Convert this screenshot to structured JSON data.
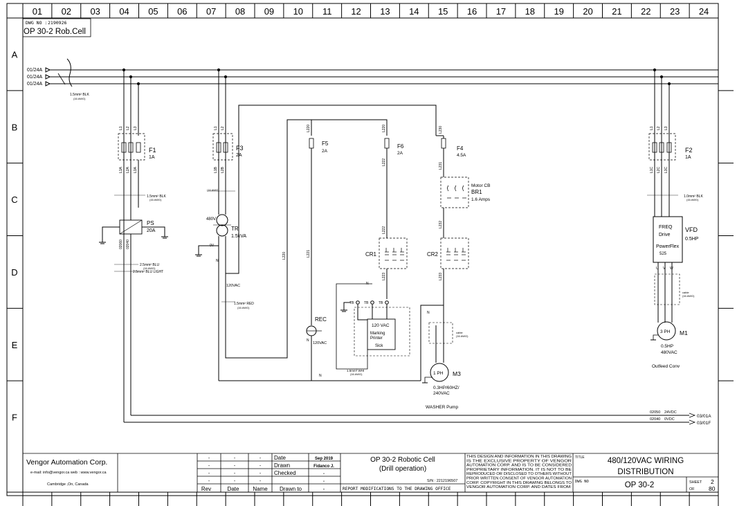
{
  "columns": [
    "01",
    "02",
    "03",
    "04",
    "05",
    "06",
    "07",
    "08",
    "09",
    "10",
    "11",
    "12",
    "13",
    "14",
    "15",
    "16",
    "17",
    "18",
    "19",
    "20",
    "21",
    "22",
    "23",
    "24"
  ],
  "rows": [
    "A",
    "B",
    "C",
    "D",
    "E",
    "F"
  ],
  "header": {
    "dwg_no_label": "DWG NO :",
    "dwg_no_value": "2190926",
    "cell_title": "OP 30-2 Rob.Cell"
  },
  "incoming": [
    "01/24A",
    "01/24A",
    "01/24A"
  ],
  "labels": {
    "wire_blk_main": "1.5mm² BLK",
    "awg16": "(16 AWG)",
    "f1_wires_top": [
      "L1",
      "L2",
      "L3"
    ],
    "f1_wires_bot": [
      "L1A",
      "L2A",
      "L3A"
    ],
    "f1": {
      "name": "F1",
      "rating": "1A"
    },
    "f1_cable": "1.5mm² BLK",
    "ps": {
      "name": "PS",
      "rating": "20A"
    },
    "ps_wires": [
      "02060",
      "02040"
    ],
    "ps_blu1": "2.5mm² BLU",
    "ps_blu2": "2.5mm² BLU LIGHT",
    "f3_wires_top": [
      "L1",
      "L2"
    ],
    "f3_wires_bot": [
      "L1B",
      "L2B"
    ],
    "f3": {
      "name": "F3",
      "rating": "2A"
    },
    "tr_awg": "(16 AWG)",
    "tr_primary": "480V",
    "tr": {
      "name": "TR",
      "rating": "1.5kVA"
    },
    "tr_sec": [
      "0V",
      "N"
    ],
    "v120": "120VAC",
    "red": "1.5mm² RED",
    "l220": "L220",
    "l221": "L221",
    "f5": {
      "name": "F5",
      "rating": "2A"
    },
    "l220b": "L220",
    "l222": "L222",
    "f6": {
      "name": "F6",
      "rating": "2A"
    },
    "l222b": "L222",
    "cr1": "CR1",
    "l223": "L223",
    "l230": "L230",
    "l231": "L231",
    "f4": {
      "name": "F4",
      "rating": "4.5A"
    },
    "motorcb": {
      "l1": "Motor CB",
      "l2": "BR1",
      "l3": "1.6 Amps"
    },
    "l232": "L232",
    "cr2": "CR2",
    "l233": "L233",
    "rec": {
      "name": "REC",
      "n": "N",
      "v": "120VAC"
    },
    "printer": {
      "v": "120 VAC",
      "l1": "Marking",
      "l2": "Printer",
      "l3": "Sick"
    },
    "tb": [
      "TB",
      "TB",
      "TB"
    ],
    "n_marks": [
      "N",
      "N",
      "N"
    ],
    "wht": "1.5mm² WHI",
    "m3": {
      "name": "M3",
      "ph": "1 PH",
      "spec1": "0.3HP/60HZ/",
      "spec2": "240VAC"
    },
    "washer": "WASHER Pump",
    "m3_cable": [
      "cable",
      "(16 AWG)"
    ],
    "f2_wires_top": [
      "L1",
      "L2",
      "L3"
    ],
    "f2_wires_bot": [
      "L1C",
      "L2C",
      "L3C"
    ],
    "f2": {
      "name": "F2",
      "rating": "1A"
    },
    "f2_cable": "1.0mm² BLK",
    "vfd": {
      "l1": "FREQ",
      "l2": "Drive",
      "l3": "PowerFlex",
      "l4": "525",
      "name": "VFD",
      "hp": "0.5HP"
    },
    "vfd_out": [
      "U",
      "V",
      "W"
    ],
    "m1": {
      "name": "M1",
      "ph": "3 PH",
      "hp": "0.5HP",
      "v": "480VAC",
      "desc": "Outfeed Conv"
    },
    "m1_cable": [
      "cable",
      "(16 AWG)"
    ],
    "signals": [
      {
        "wire": "02050",
        "v": "24VDC",
        "ref": "03/01A"
      },
      {
        "wire": "02040",
        "v": "0VDC",
        "ref": "03/01F"
      }
    ]
  },
  "title_block": {
    "company": "Vengor Automation Corp.",
    "contact": "e-mail: info@vengor.ca web : www.vengor.ca",
    "city": "Cambridge ,On, Canada",
    "rev_rows": [
      [
        "-",
        "-",
        "-",
        "Date",
        "Sep 2019"
      ],
      [
        "-",
        "-",
        "-",
        "Drawn",
        "Fidanco J."
      ],
      [
        "-",
        "-",
        "-",
        "Checked",
        "-"
      ],
      [
        "-",
        "-",
        "-",
        "",
        "-"
      ]
    ],
    "rev_headers": [
      "Rev",
      "Date",
      "Name",
      "Drawn to",
      "-"
    ],
    "project_l1": "OP 30-2 Robotic Cell",
    "project_l2": "(Drill operation)",
    "sn": "S/N : 2212196507",
    "report": "REPORT MODIFICATIONS TO THE DRAWING OFFICE",
    "disclaimer": [
      "THIS DESIGN AND INFORMATION IN THIS DRAWING",
      "IS THE EXCLUSIVE PROPERTY OF VENGOR",
      "AUTOMATION CORP. AND IS TO BE CONSIDERED",
      "PROPRIETARY INFORMATION. IT IS NOT TO BE",
      "REPRODUCED OR DISCLOSED TO OTHERS WITHOUT",
      "PRIOR WRITTEN CONSENT OF VENGOR AUTOMATION",
      "CORP. COPYRIGHT IN THIS DRAWING BELONGS TO",
      "VENGOR AUTOMATION CORP. AND DATES FROM:"
    ],
    "title_label": "TITLE",
    "title_l1": "480/120VAC WIRING",
    "title_l2": "DISTRIBUTION",
    "dwg_no_label": "DWG NO",
    "dwg_no": "OP 30-2",
    "sheet_label": "SHEET",
    "sheet": "2",
    "of_label": "OF",
    "of": "80"
  }
}
